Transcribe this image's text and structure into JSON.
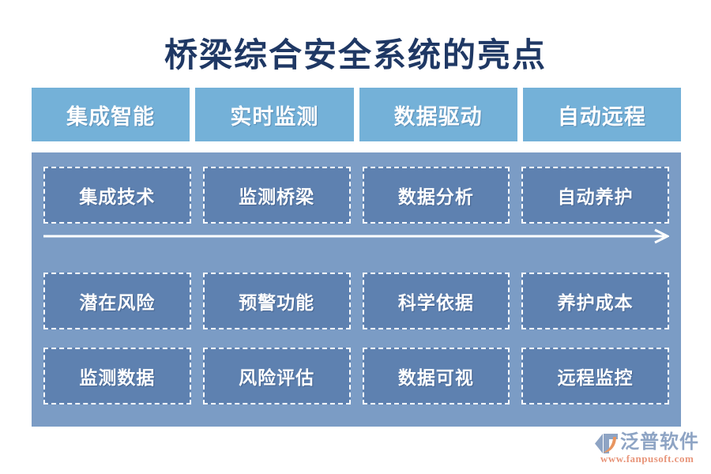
{
  "slide": {
    "title": "桥梁综合安全系统的亮点",
    "background_color": "#ffffff",
    "title_color": "#1f3864"
  },
  "colors": {
    "header_tab": "#74b1d8",
    "panel": "#7b9cc5",
    "cell": "#5e81b0",
    "cell_border": "#ffffff",
    "text_on_blue": "#ffffff",
    "logo_text": "#8ea4c4",
    "logo_url": "#e8957a",
    "logo_mark_accent": "#e8955f"
  },
  "header": {
    "tabs": [
      {
        "label": "集成智能"
      },
      {
        "label": "实时监测"
      },
      {
        "label": "数据驱动"
      },
      {
        "label": "自动远程"
      }
    ]
  },
  "matrix": {
    "rows": [
      {
        "name": "row-1",
        "cells": [
          {
            "label": "集成技术"
          },
          {
            "label": "监测桥梁"
          },
          {
            "label": "数据分析"
          },
          {
            "label": "自动养护"
          }
        ]
      },
      {
        "name": "row-2",
        "cells": [
          {
            "label": "潜在风险"
          },
          {
            "label": "预警功能"
          },
          {
            "label": "科学依据"
          },
          {
            "label": "养护成本"
          }
        ]
      },
      {
        "name": "row-3",
        "cells": [
          {
            "label": "监测数据"
          },
          {
            "label": "风险评估"
          },
          {
            "label": "数据可视"
          },
          {
            "label": "远程监控"
          }
        ]
      }
    ]
  },
  "arrow": {
    "direction": "right",
    "color": "#ffffff"
  },
  "logo": {
    "brand": "泛普软件",
    "url": "www.fanpusoft.com",
    "mark_icon": "fanpu-chevron-swoosh-icon"
  }
}
